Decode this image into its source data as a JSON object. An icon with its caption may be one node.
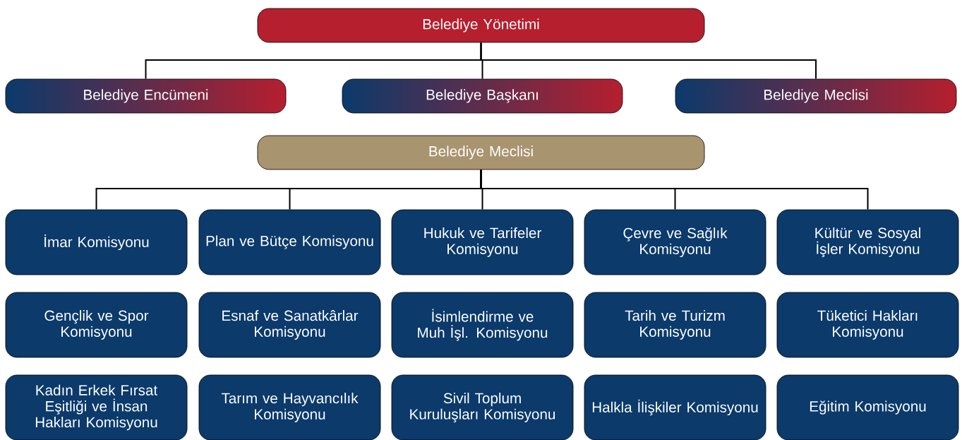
{
  "diagram": {
    "nodes": [
      {
        "text": [
          "Belediye Yönetimi"
        ]
      },
      {
        "text": [
          "Belediye Encümeni"
        ]
      },
      {
        "text": [
          "Belediye Başkanı"
        ]
      },
      {
        "text": [
          "Belediye Meclisi"
        ]
      },
      {
        "text": [
          "Belediye Meclisi"
        ]
      },
      {
        "text": [
          "İmar Komisyonu"
        ]
      },
      {
        "text": [
          "Plan ve Bütçe Komisyonu"
        ]
      },
      {
        "text": [
          "Hukuk ve Tarifeler Komisyonu"
        ]
      },
      {
        "text": [
          "Çevre ve Sağlık Komisyonu"
        ]
      },
      {
        "text": [
          "Kültür ve Sosyal İşler Komisyonu"
        ]
      },
      {
        "text": [
          "Gençlik ve Spor Komisyonu"
        ]
      },
      {
        "text": [
          "Esnaf ve Sanatkârlar Komisyonu"
        ]
      },
      {
        "text": [
          "İsimlendirme ve Muh İşl. Komisyonu"
        ]
      },
      {
        "text": [
          "Tarih ve Turizm Komisyonu"
        ]
      },
      {
        "text": [
          "Tüketici Hakları Komisyonu"
        ]
      },
      {
        "text": [
          "Kadın Erkek Fırsat Eşitliği ve İnsan Hakları Komisyonu"
        ]
      },
      {
        "text": [
          "Tarım ve Hayvancılık Komisyonu"
        ]
      },
      {
        "text": [
          "Sivil Toplum Kuruluşları Komisyonu"
        ]
      },
      {
        "text": [
          "Halkla İlişkiler Komisyonu"
        ]
      },
      {
        "text": [
          "Eğitim Komisyonu"
        ]
      }
    ],
    "edges": [
      {
        "from": 0,
        "to": 1,
        "arrow": "none"
      },
      {
        "from": 0,
        "to": 2,
        "arrow": "none"
      },
      {
        "from": 0,
        "to": 3,
        "arrow": "none"
      },
      {
        "from": 4,
        "to": 5,
        "arrow": "none"
      },
      {
        "from": 4,
        "to": 6,
        "arrow": "none"
      },
      {
        "from": 4,
        "to": 7,
        "arrow": "none"
      },
      {
        "from": 4,
        "to": 8,
        "arrow": "none"
      },
      {
        "from": 4,
        "to": 9,
        "arrow": "none"
      }
    ]
  }
}
